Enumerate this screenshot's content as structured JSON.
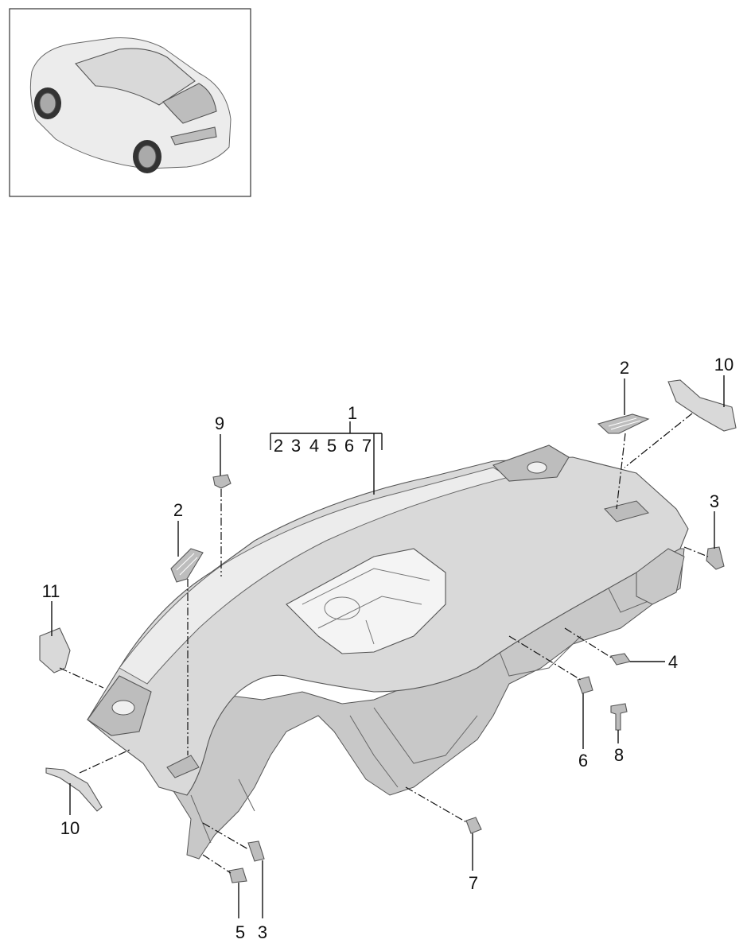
{
  "thumbnail": {
    "icon": "vehicle-suv-icon"
  },
  "callouts": {
    "c1": "1",
    "c1_sub": [
      "2",
      "3",
      "4",
      "5",
      "6",
      "7"
    ],
    "c2_left": "2",
    "c2_right": "2",
    "c3_right": "3",
    "c3_bottom": "3",
    "c4": "4",
    "c5": "5",
    "c6": "6",
    "c7": "7",
    "c8": "8",
    "c9": "9",
    "c10_top": "10",
    "c10_left": "10",
    "c11": "11"
  },
  "colors": {
    "part_fill": "#d9d9d9",
    "outline": "#555555",
    "ink": "#111111"
  }
}
